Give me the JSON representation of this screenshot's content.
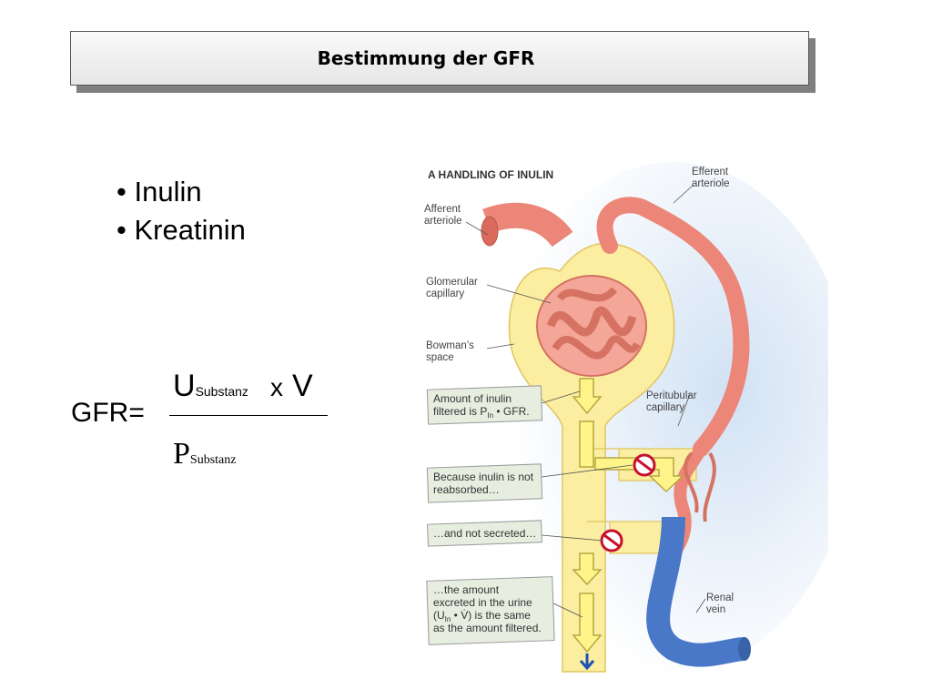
{
  "title": "Bestimmung der GFR",
  "bullets": [
    "Inulin",
    "Kreatinin"
  ],
  "formula": {
    "lhs": "GFR=",
    "numerator_symbol": "U",
    "numerator_sub": "Substanz",
    "operator": "x",
    "volume": "V",
    "denominator_symbol": "P",
    "denominator_sub": "Substanz"
  },
  "diagram": {
    "heading": "A  HANDLING OF INULIN",
    "labels": {
      "afferent_1": "Afferent",
      "afferent_2": "arteriole",
      "efferent_1": "Efferent",
      "efferent_2": "arteriole",
      "glomerular_1": "Glomerular",
      "glomerular_2": "capillary",
      "bowman_1": "Bowman’s",
      "bowman_2": "space",
      "peritubular_1": "Peritubular",
      "peritubular_2": "capillary",
      "renal_1": "Renal",
      "renal_2": "vein"
    },
    "callouts": {
      "filtered_1": "Amount of inulin",
      "filtered_2": "filtered is P",
      "filtered_sub": "In",
      "filtered_3": " • GFR.",
      "reabsorbed_1": "Because inulin is not",
      "reabsorbed_2": "reabsorbed…",
      "secreted_1": "…and not secreted…",
      "excreted_1": "…the amount",
      "excreted_2": "excreted in the urine",
      "excreted_3a": "(U",
      "excreted_3sub": "In",
      "excreted_3b": " • V̇) is the same",
      "excreted_4": "as the amount filtered."
    },
    "colors": {
      "artery": "#ec8678",
      "tubule": "#fbeea0",
      "vein": "#4a78c8",
      "background_wash": "#cfe0f3",
      "callout_fill": "#e7eee0"
    }
  }
}
